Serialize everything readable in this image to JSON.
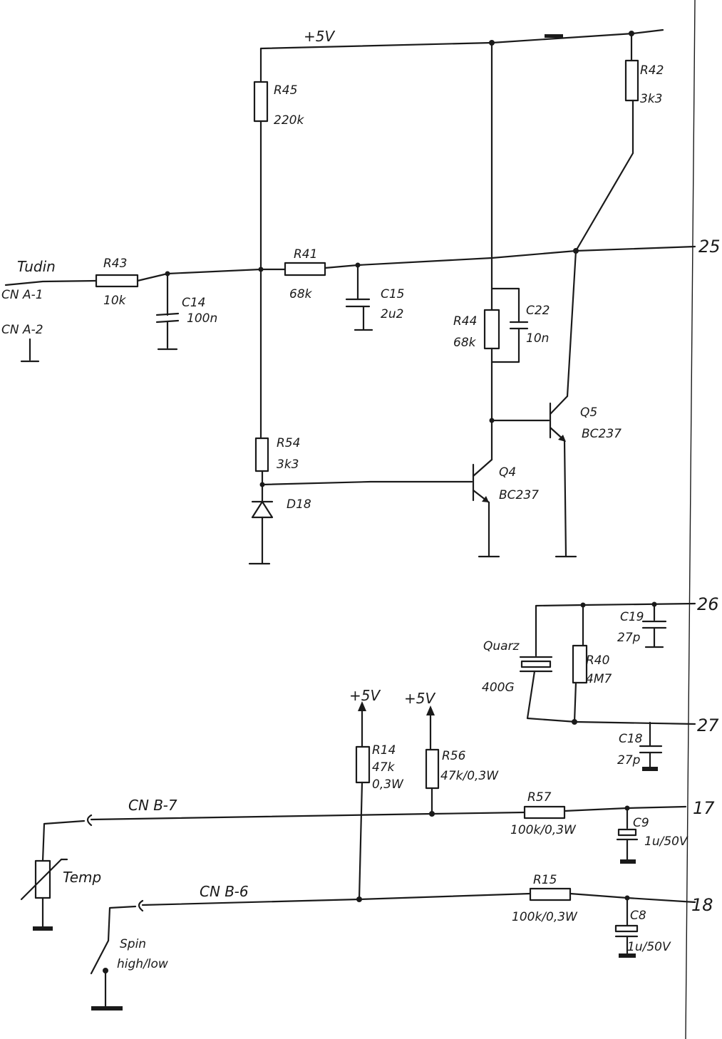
{
  "supply": {
    "top": "+5V",
    "r14": "+5V",
    "r56": "+5V"
  },
  "inputs": {
    "tudin": "Tudin",
    "cna1": "CN A-1",
    "cna2": "CN A-2",
    "cnb7": "CN B-7",
    "cnb6": "CN B-6",
    "temp": "Temp",
    "spin1": "Spin",
    "spin2": "high/low"
  },
  "components": {
    "r43": {
      "ref": "R43",
      "val": "10k"
    },
    "c14": {
      "ref": "C14",
      "val": "100n"
    },
    "r45": {
      "ref": "R45",
      "val": "220k"
    },
    "r41": {
      "ref": "R41",
      "val": "68k"
    },
    "c15": {
      "ref": "C15",
      "val": "2u2"
    },
    "r42": {
      "ref": "R42",
      "val": "3k3"
    },
    "r44": {
      "ref": "R44",
      "val": "68k"
    },
    "c22": {
      "ref": "C22",
      "val": "10n"
    },
    "q5": {
      "ref": "Q5",
      "val": "BC237"
    },
    "r54": {
      "ref": "R54",
      "val": "3k3"
    },
    "q4": {
      "ref": "Q4",
      "val": "BC237"
    },
    "d18": {
      "ref": "D18"
    },
    "quarz": {
      "ref": "Quarz",
      "val": "400G"
    },
    "r40": {
      "ref": "R40",
      "val": "4M7"
    },
    "c19": {
      "ref": "C19",
      "val": "27p"
    },
    "c18": {
      "ref": "C18",
      "val": "27p"
    },
    "r14": {
      "ref": "R14",
      "val": "47k",
      "val2": "0,3W"
    },
    "r56": {
      "ref": "R56",
      "val": "47k/0,3W"
    },
    "r57": {
      "ref": "R57",
      "val": "100k/0,3W"
    },
    "c9": {
      "ref": "C9",
      "val": "1u/50V"
    },
    "r15": {
      "ref": "R15",
      "val": "100k/0,3W"
    },
    "c8": {
      "ref": "C8",
      "val": "1u/50V"
    }
  },
  "pins": {
    "p25": "25",
    "p26": "26",
    "p27": "27",
    "p17": "17",
    "p18": "18"
  }
}
